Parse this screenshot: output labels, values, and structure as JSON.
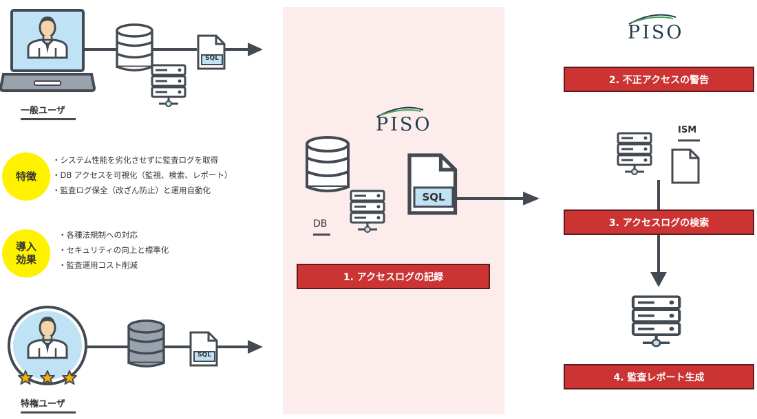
{
  "users": {
    "general_label": "一般ユーザ",
    "privileged_label": "特権ユーザ"
  },
  "features": {
    "badge": "特徴",
    "items": [
      "・システム性能を劣化させずに監査ログを取得",
      "・DB アクセスを可視化（監視、検索、レポート）",
      "・監査ログ保全（改ざん防止）と運用自動化"
    ]
  },
  "effects": {
    "badge_line1": "導入",
    "badge_line2": "効果",
    "items": [
      "・各種法規制への対応",
      "・セキュリティの向上と標準化",
      "・監査運用コスト削減"
    ]
  },
  "center": {
    "logo": "PISO",
    "sql_label": "SQL",
    "db_label": "DB",
    "step1": "1. アクセスログの記録"
  },
  "right": {
    "logo": "PISO",
    "ism_label": "ISM",
    "step2": "2. 不正アクセスの警告",
    "step3": "3. アクセスログの検索",
    "step4": "4. 監査レポート生成"
  },
  "small_sql_label": "SQL",
  "colors": {
    "red": "#cc3434",
    "panel": "#fdecec",
    "yellow": "#fff200",
    "dark": "#444a52",
    "screen": "#bfe2f5"
  }
}
